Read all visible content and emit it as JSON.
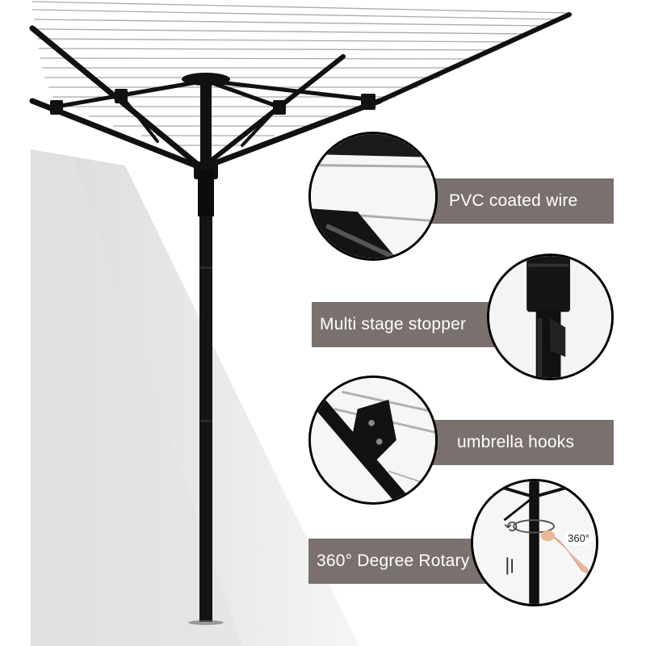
{
  "product": {
    "name": "rotary clothes line",
    "colors": {
      "frame": "#111111",
      "wire": "#9a9a9a",
      "label_bg": "#7a716e",
      "label_text": "#ffffff"
    }
  },
  "callouts": [
    {
      "id": "pvc",
      "label": "PVC coated wire"
    },
    {
      "id": "stopper",
      "label": "Multi stage stopper"
    },
    {
      "id": "hooks",
      "label": "umbrella hooks"
    },
    {
      "id": "rotary",
      "label": "360° Degree Rotary",
      "badge": "360°"
    }
  ]
}
